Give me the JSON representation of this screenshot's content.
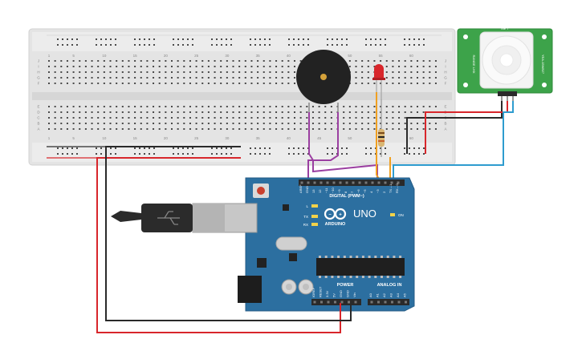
{
  "breadboard": {
    "column_numbers": [
      "1",
      "5",
      "10",
      "15",
      "20",
      "25",
      "30",
      "35",
      "40",
      "45",
      "50",
      "55",
      "60"
    ],
    "row_letters_top": [
      "J",
      "I",
      "H",
      "G",
      "F"
    ],
    "row_letters_bottom": [
      "E",
      "D",
      "C",
      "B",
      "A"
    ]
  },
  "arduino": {
    "logo_text": "ARDUINO",
    "model_text": "UNO",
    "digital_label": "DIGITAL (PWM~)",
    "power_label": "POWER",
    "analog_label": "ANALOG IN",
    "on_label": "ON",
    "led_l": "L",
    "led_tx": "TX",
    "led_rx": "RX",
    "digital_pins": [
      "AREF",
      "GND",
      "13",
      "12",
      "~11",
      "~10",
      "~9",
      "8",
      "7",
      "~6",
      "~5",
      "4",
      "~3",
      "2",
      "TX→1",
      "RX←0"
    ],
    "power_pins": [
      "IOREF",
      "RESET",
      "3.3V",
      "5V",
      "GND",
      "GND",
      "Vin"
    ],
    "analog_pins": [
      "A0",
      "A1",
      "A2",
      "A3",
      "A4",
      "A5"
    ]
  },
  "pir_sensor": {
    "label_left": "RANGE LHX",
    "label_right": "YEA-15W827",
    "label_top": "ME 7"
  },
  "colors": {
    "board": "#2c6fa0",
    "breadboard": "#e4e4e4",
    "wire_red": "#d8262b",
    "wire_black": "#2a2a2a",
    "wire_purple": "#9b3fa1",
    "wire_orange": "#f0a020",
    "wire_blue": "#2e9ccf",
    "pir_board": "#3da34a"
  }
}
